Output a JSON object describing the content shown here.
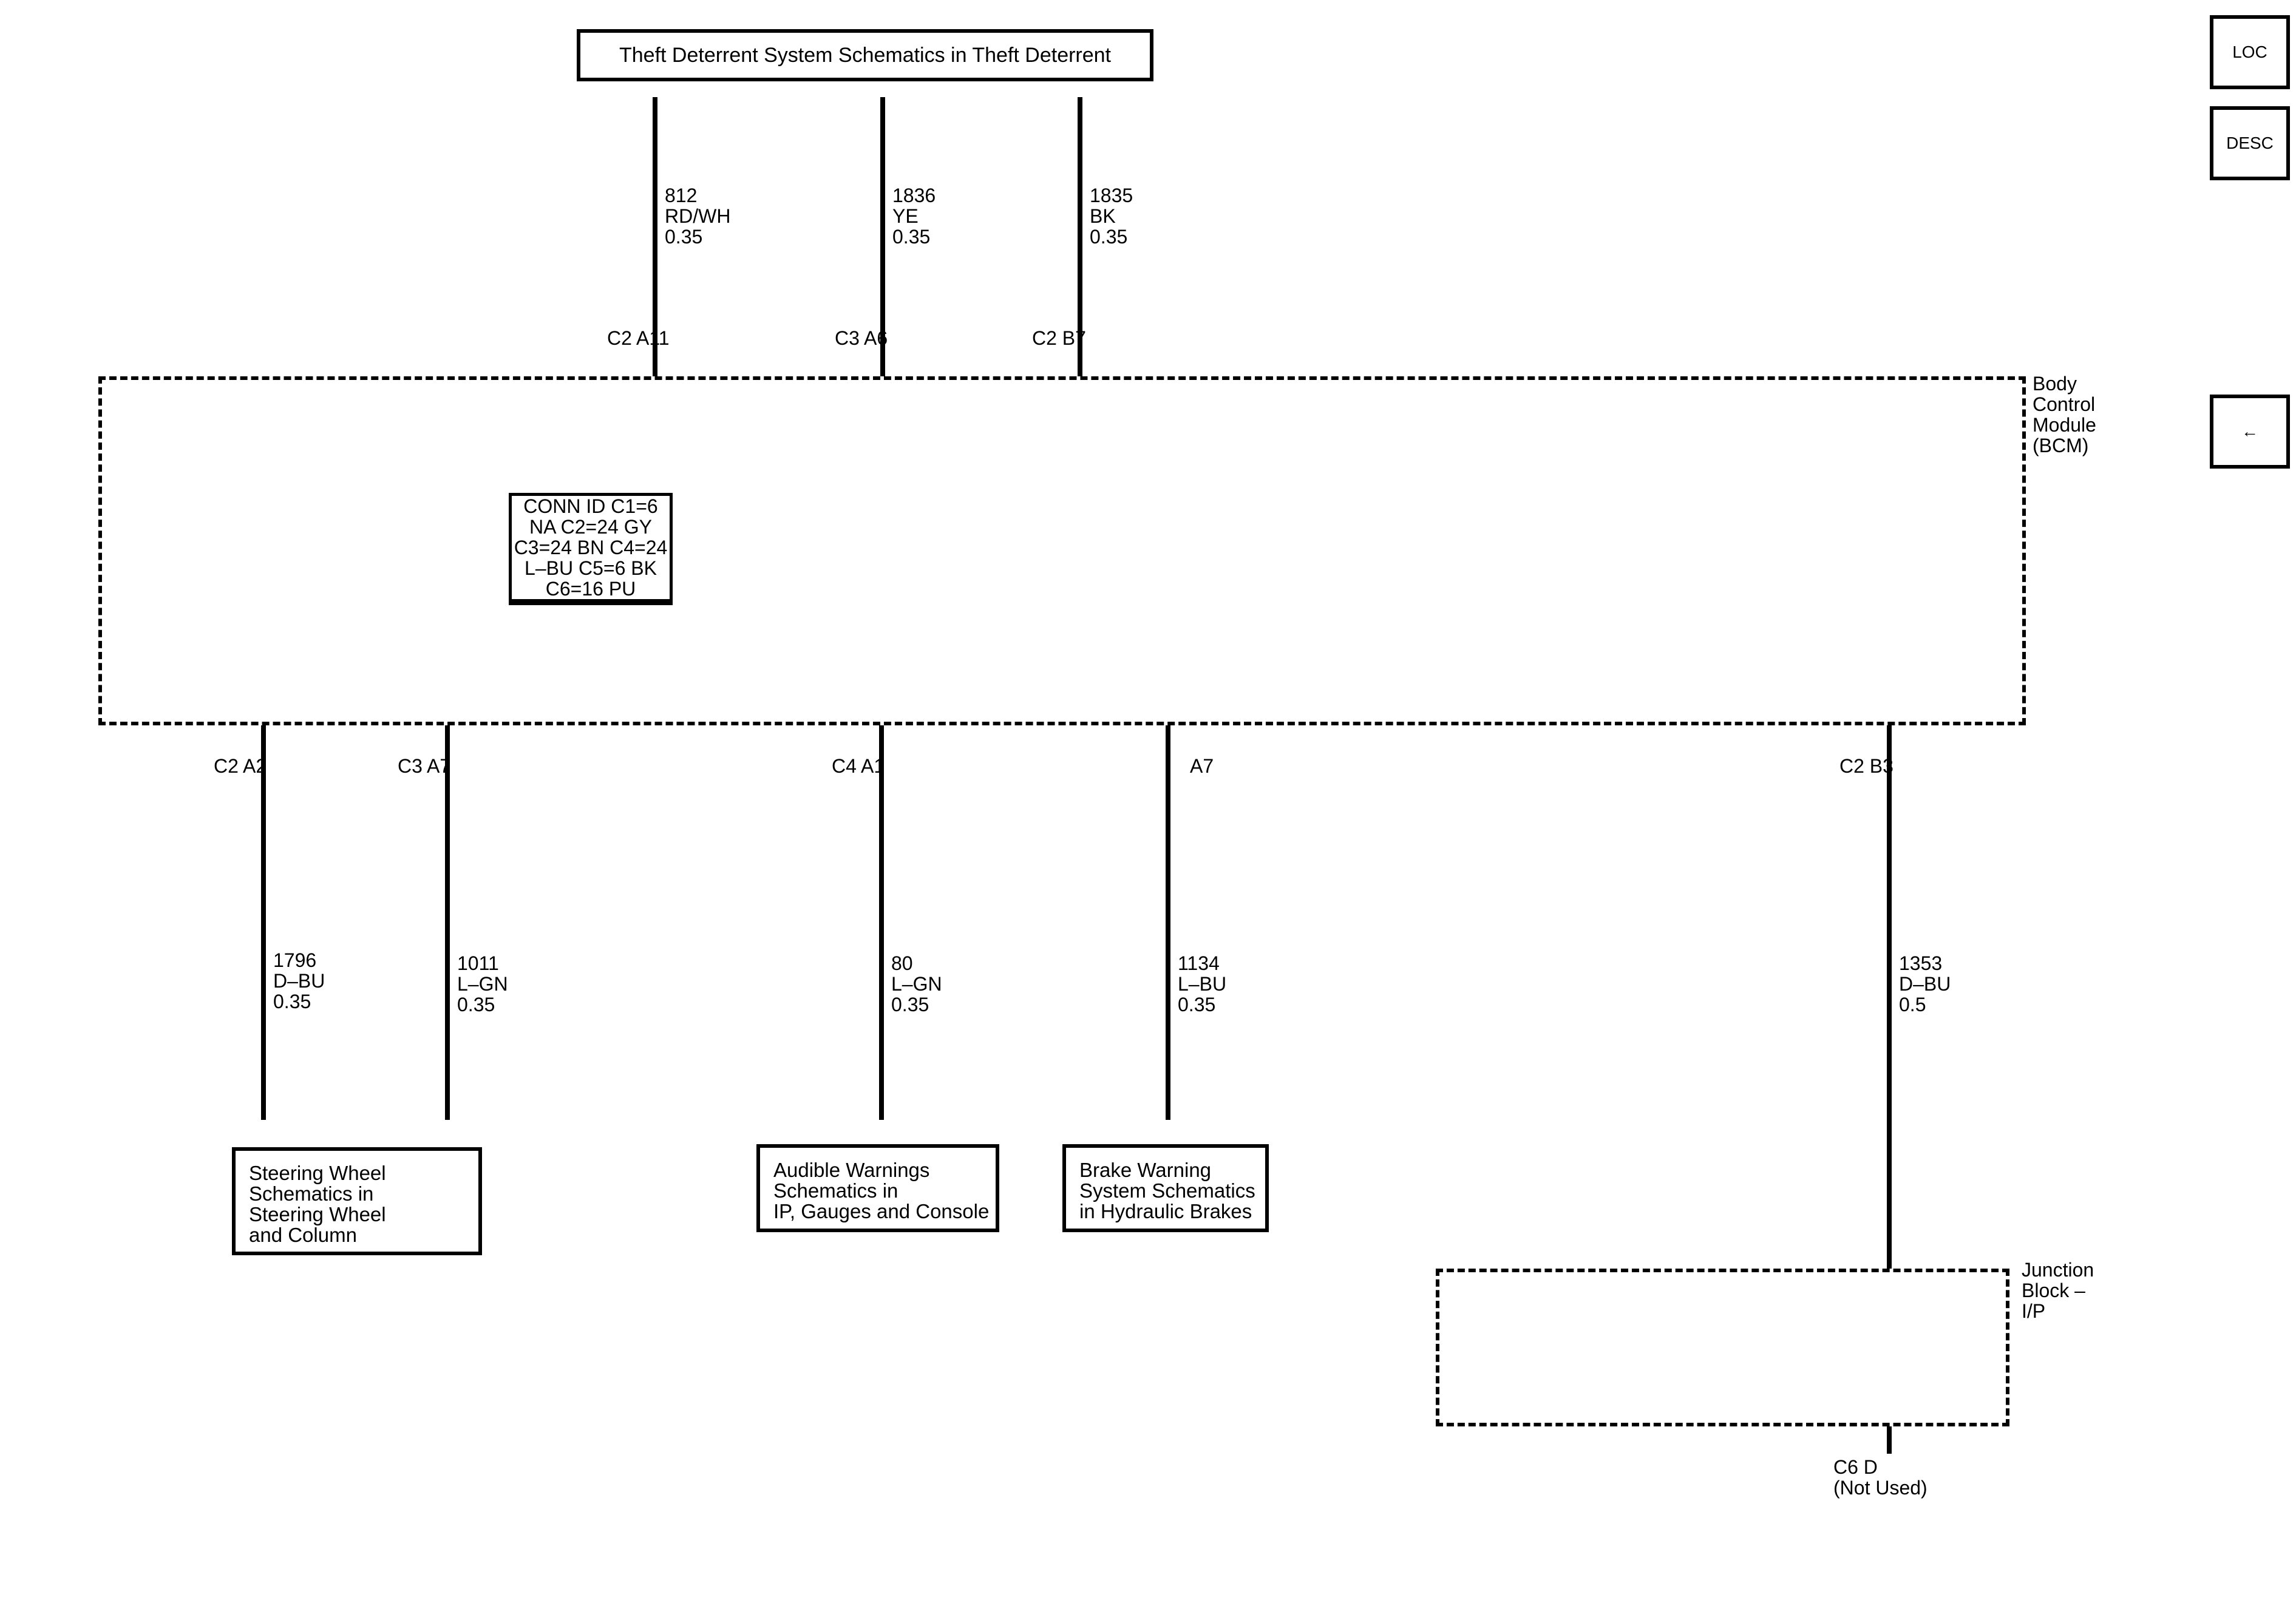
{
  "title": "Theft Deterrent System Schematics in Theft Deterrent",
  "module": "Body\nControl\nModule\n(BCM)",
  "top_pins": [
    "C2 A11",
    "C3 A6",
    "C2 B7"
  ],
  "top_wires": [
    "812\nRD/WH\n0.35",
    "1836\nYE\n0.35",
    "1835\nBK\n0.35"
  ],
  "bottom_pins": [
    "C2 A2",
    "C3 A7",
    "C4 A1",
    "A7",
    "C2 B3"
  ],
  "bottom_wires": [
    "1796\nD–BU\n0.35",
    "1011\nL–GN\n0.35",
    "80\nL–GN\n0.35",
    "1134\nL–BU\n0.35",
    "1353\nD–BU\n0.5"
  ],
  "conn": "CONN ID\nC1=6 NA\nC2=24 GY\nC3=24 BN\nC4=24 L–BU\nC5=6 BK\nC6=16 PU",
  "junction": "Junction\nBlock –\nI/P",
  "not_used": "C6 D\n(Not Used)",
  "destinations": [
    "Steering Wheel\nSchematics in\nSteering Wheel\nand Column",
    "Audible Warnings\nSchematics in\nIP, Gauges and Console",
    "Brake Warning\nSystem Schematics\nin Hydraulic Brakes"
  ]
}
